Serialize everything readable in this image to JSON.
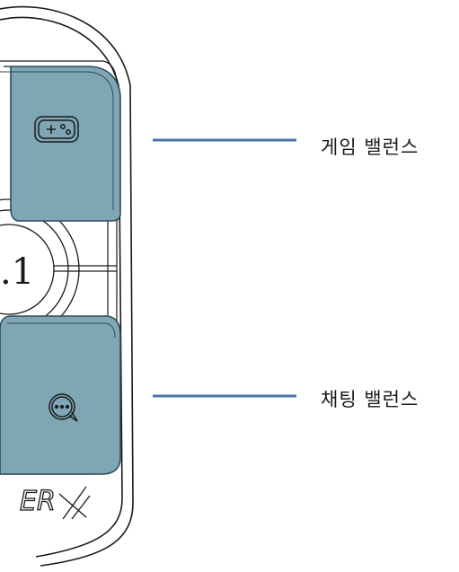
{
  "callouts": {
    "game_balance": "게임 밸런스",
    "chat_balance": "채팅 밸런스"
  },
  "dial_text": ".1",
  "logo_text": "ER",
  "colors": {
    "button_fill": "#7fa6b4",
    "button_edge": "#2f4a58",
    "callout_line": "#4a75a8",
    "outline": "#1a1a1a"
  },
  "icons": [
    "gamepad-icon",
    "chat-bubble-icon"
  ]
}
